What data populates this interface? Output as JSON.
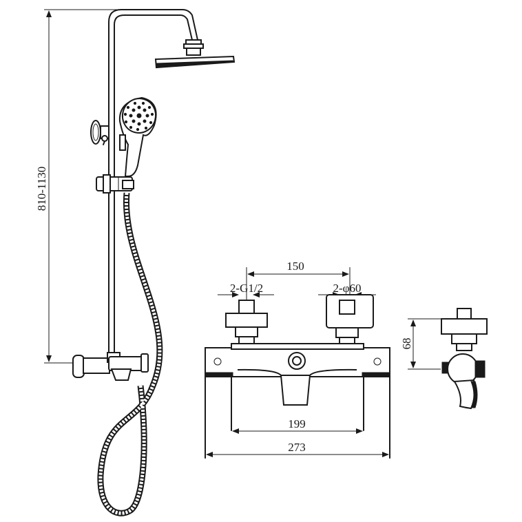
{
  "dimensions": {
    "height_range": "810-1130",
    "inlet_spacing": "150",
    "inlet_thread": "2-G1/2",
    "escutcheon_diameter": "2-φ60",
    "body_center_length": "199",
    "body_total_length": "273",
    "wall_depth": "68"
  },
  "colors": {
    "line": "#1a1a1a",
    "background": "#ffffff"
  }
}
